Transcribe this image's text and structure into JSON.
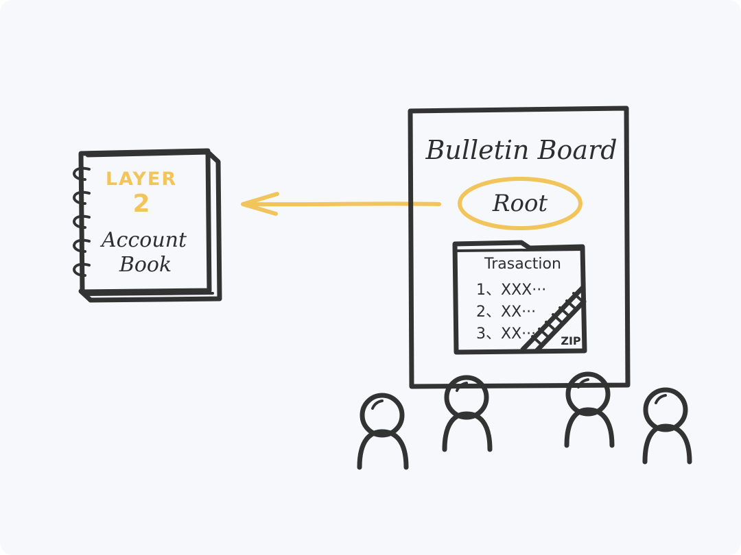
{
  "notebook": {
    "layer_label": "LAYER",
    "layer_number": "2",
    "title_line1": "Account",
    "title_line2": "Book"
  },
  "bulletin": {
    "title": "Bulletin Board",
    "root_label": "Root",
    "folder": {
      "title": "Trasaction",
      "items": [
        "1、XXX···",
        "2、XX···",
        "3、XX···"
      ],
      "zip_label": "ZIP"
    }
  },
  "arrow": {
    "direction": "from bulletin board root to account book"
  },
  "audience": {
    "people_count": 4
  },
  "colors": {
    "background": "#f7f8fb",
    "ink": "#333333",
    "accent_yellow": "#f2c55c"
  }
}
